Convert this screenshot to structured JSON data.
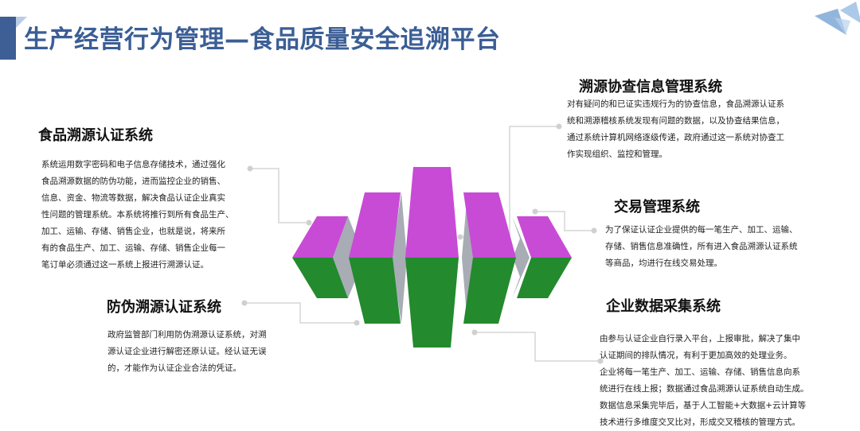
{
  "header": {
    "title": "生产经营行为管理—食品质量安全追溯平台",
    "accent_color": "#3b5e95"
  },
  "sections": {
    "food_trace_cert": {
      "title": "食品溯源认证系统",
      "lines": [
        "系统运用数字密码和电子信息存储技术，通过强化",
        "食品溯源数据的防伪功能，进而监控企业的销售、",
        "信息、资金、物流等数据，解决食品认证企业真实",
        "性问题的管理系统。本系统将推行到所有食品生产、",
        "加工、运输、存储、销售企业，也就是说，将来所",
        "有的食品生产、加工、运输、存储、销售企业每一",
        "笔订单必须通过这一系统上报进行溯源认证。"
      ]
    },
    "anti_fake_cert": {
      "title": "防伪溯源认证系统",
      "lines": [
        "政府监管部门利用防伪溯源认证系统，对溯",
        "源认证企业进行解密还原认证。经认证无误",
        "的，才能作为认证企业合法的凭证。"
      ]
    },
    "trace_inspect": {
      "title": "溯源协查信息管理系统",
      "lines": [
        "对有疑问的和已证实违规行为的协查信息，食品溯源认证系",
        "统和溯源稽核系统发现有问题的数据，以及协查结果信息，",
        "通过系统计算机网络逐级传递，政府通过这一系统对协查工",
        "作实现组织、监控和管理。"
      ]
    },
    "transaction": {
      "title": "交易管理系统",
      "lines": [
        "为了保证认证企业提供的每一笔生产、加工、运输、",
        "存储、销售信息准确性，所有进入食品溯源认证系统",
        "等商品，均进行在线交易处理。"
      ]
    },
    "data_collect": {
      "title": "企业数据采集系统",
      "lines": [
        "由参与认证企业自行录入平台，上报审批，解决了集中",
        "认证期间的排队情况，有利于更加高效的处理业务。",
        "企业将每一笔生产、加工、运输、存储、销售信息向系",
        "统进行在线上报；数据通过食品溯源认证系统自动生成。",
        "数据信息采集完毕后，基于人工智能+大数据+云计算等",
        "技术进行多维度交叉比对，形成交叉稽核的管理方式。"
      ]
    }
  },
  "diagram": {
    "colors": {
      "top": "#c84bd6",
      "bottom": "#238a2e",
      "side": "#a8acb4",
      "connector": "#d4d4d4"
    }
  },
  "icons": {
    "corner": "triangle-shard-icon"
  }
}
